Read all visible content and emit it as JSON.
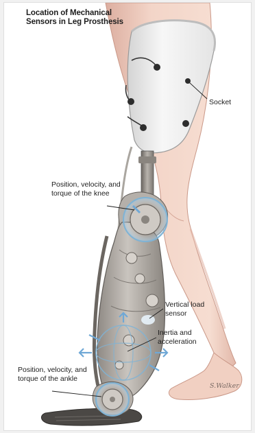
{
  "title": "Location of Mechanical Sensors in Leg Prosthesis",
  "labels": {
    "socket": "Socket",
    "knee": "Position, velocity, and torque of the knee",
    "vertical_load": "Vertical load sensor",
    "inertia": "Inertia and acceleration",
    "ankle": "Position, velocity, and torque of the ankle"
  },
  "signature": "S.Walker",
  "colors": {
    "skin": "#f3d5c8",
    "skin_shadow": "#dcaea0",
    "socket": "#f2f2f2",
    "metal": "#9e9a95",
    "metal_dark": "#5f5b57",
    "sensor_ring": "#7fb3d5",
    "arrow": "#6fa8d6",
    "text": "#1d1d1d"
  }
}
